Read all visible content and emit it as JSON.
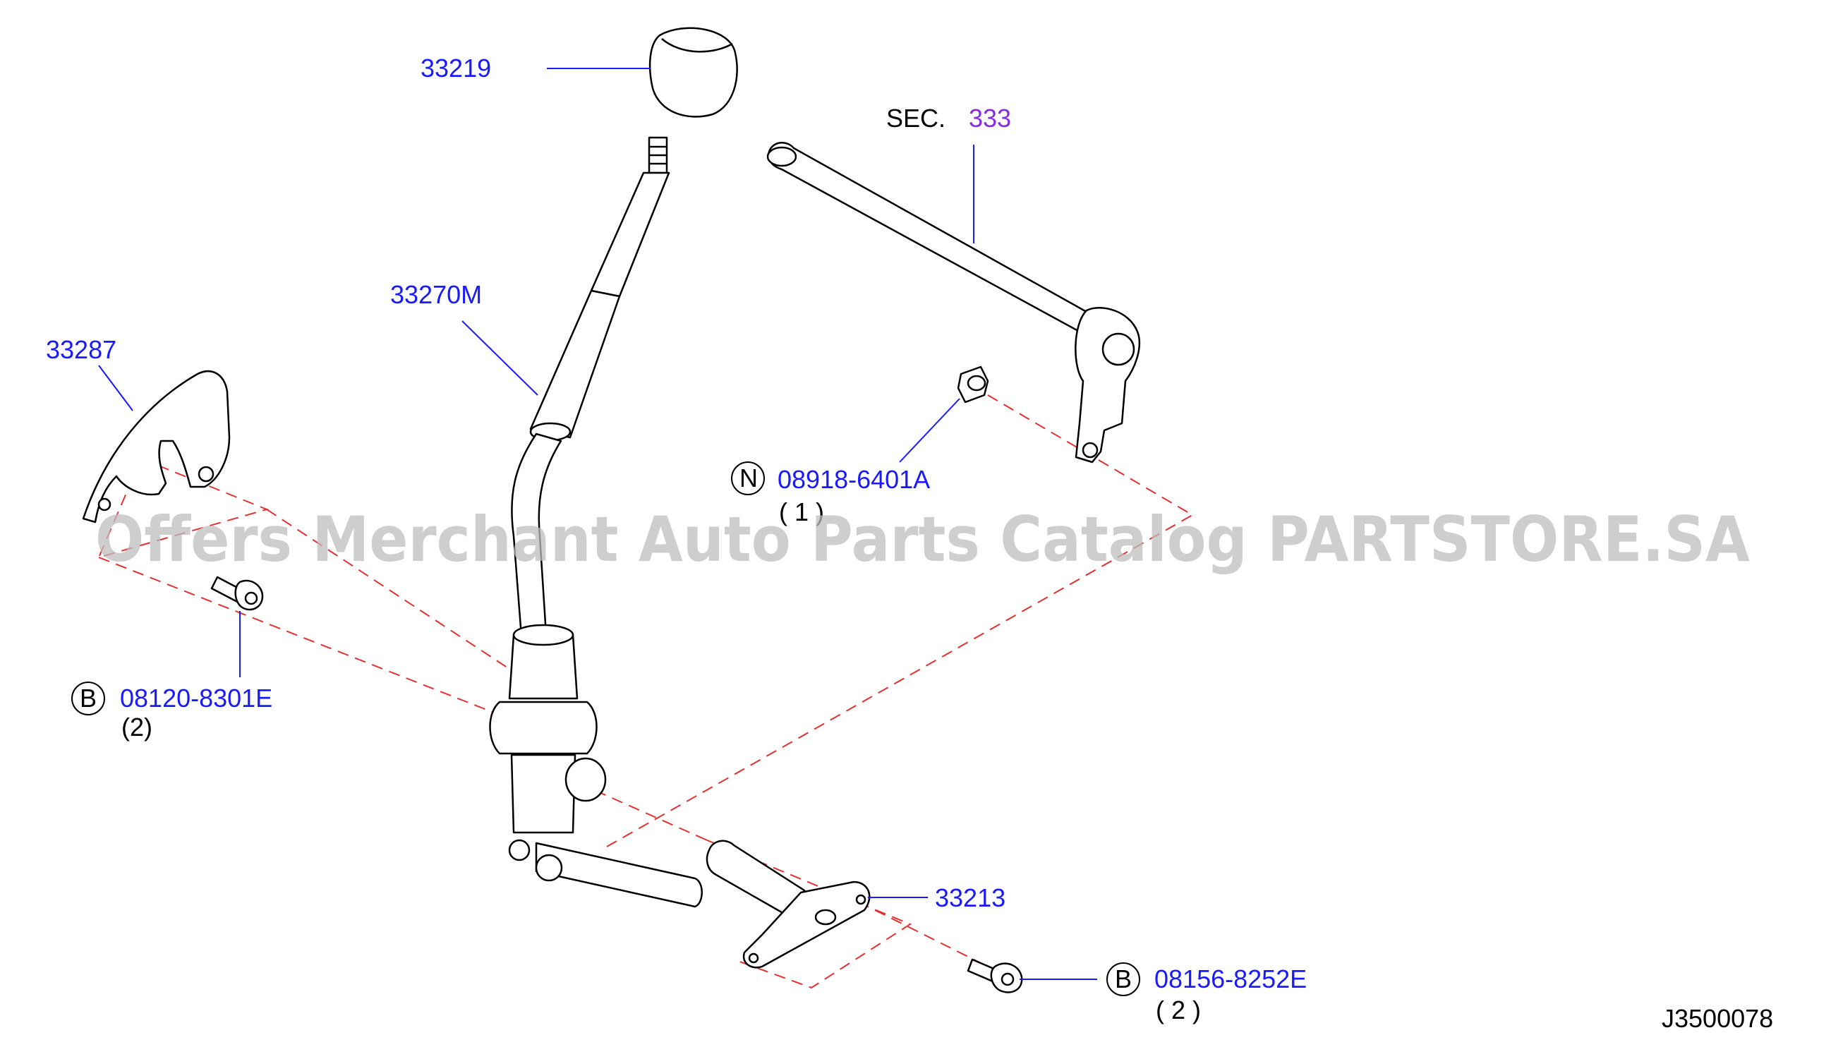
{
  "parts": {
    "knob": "33219",
    "lever": "33270M",
    "bracket": "33287",
    "sec_prefix": "SEC.",
    "sec_number": "333",
    "nut_code": "08918-6401A",
    "nut_symbol": "N",
    "nut_qty": "( 1 )",
    "bolt1_code": "08120-8301E",
    "bolt1_symbol": "B",
    "bolt1_qty": "(2)",
    "support": "33213",
    "bolt2_code": "08156-8252E",
    "bolt2_symbol": "B",
    "bolt2_qty": "( 2 )"
  },
  "diagram_code": "J3500078",
  "watermark": "Offers Merchant Auto Parts Catalog PARTSTORE.SA",
  "colors": {
    "label": "#1a1aff",
    "sec_number": "#8a2be2",
    "dashed_guide": "#e53030",
    "watermark": "#bdbdbd"
  }
}
